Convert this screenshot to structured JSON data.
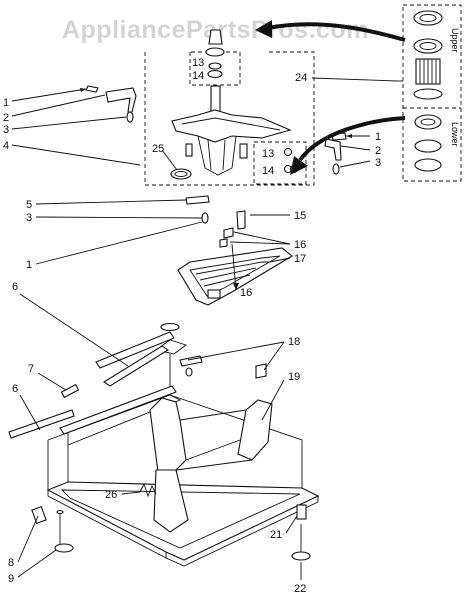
{
  "watermark": "AppliancePartsPros.com",
  "callouts": {
    "upper": "Upper",
    "lower": "Lower"
  },
  "labels": [
    {
      "id": "l-1a",
      "text": "1"
    },
    {
      "id": "l-2a",
      "text": "2"
    },
    {
      "id": "l-3a",
      "text": "3"
    },
    {
      "id": "l-4",
      "text": "4"
    },
    {
      "id": "l-13a",
      "text": "13"
    },
    {
      "id": "l-14a",
      "text": "14"
    },
    {
      "id": "l-24",
      "text": "24"
    },
    {
      "id": "l-25",
      "text": "25"
    },
    {
      "id": "l-13b",
      "text": "13"
    },
    {
      "id": "l-14b",
      "text": "14"
    },
    {
      "id": "l-1b",
      "text": "1"
    },
    {
      "id": "l-2b",
      "text": "2"
    },
    {
      "id": "l-3b",
      "text": "3"
    },
    {
      "id": "l-5",
      "text": "5"
    },
    {
      "id": "l-3c",
      "text": "3"
    },
    {
      "id": "l-15",
      "text": "15"
    },
    {
      "id": "l-1c",
      "text": "1"
    },
    {
      "id": "l-16a",
      "text": "16"
    },
    {
      "id": "l-17",
      "text": "17"
    },
    {
      "id": "l-16b",
      "text": "16"
    },
    {
      "id": "l-6a",
      "text": "6"
    },
    {
      "id": "l-18",
      "text": "18"
    },
    {
      "id": "l-7",
      "text": "7"
    },
    {
      "id": "l-6b",
      "text": "6"
    },
    {
      "id": "l-19",
      "text": "19"
    },
    {
      "id": "l-26",
      "text": "26"
    },
    {
      "id": "l-8",
      "text": "8"
    },
    {
      "id": "l-9",
      "text": "9"
    },
    {
      "id": "l-21",
      "text": "21"
    },
    {
      "id": "l-22",
      "text": "22"
    }
  ]
}
